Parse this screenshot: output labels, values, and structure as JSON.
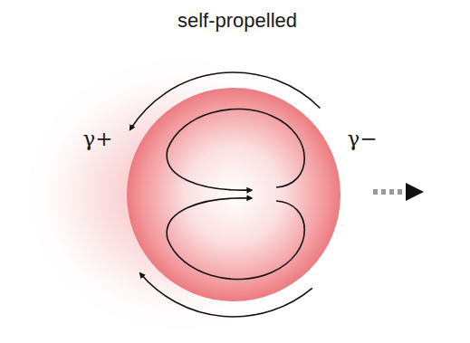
{
  "diagram": {
    "title": "self-propelled",
    "labels": [
      "γ+",
      "γ−"
    ]
  }
}
